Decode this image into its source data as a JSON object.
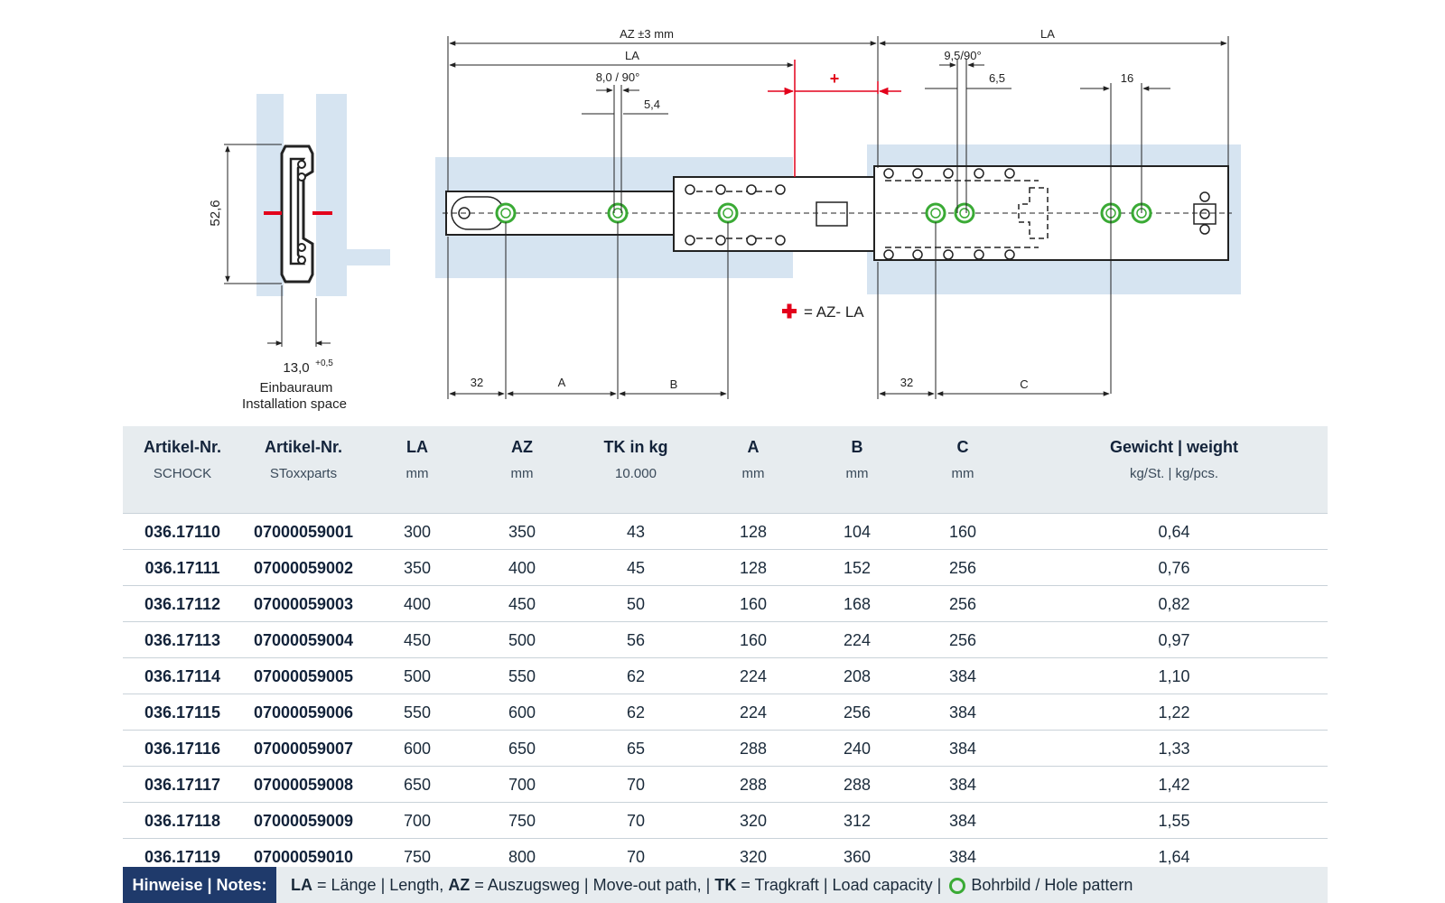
{
  "drawing": {
    "labels": {
      "az_pm": "AZ ±3 mm",
      "la_top_right": "LA",
      "la_top_left": "LA",
      "angle_left": "8,0 / 90°",
      "dim_54": "5,4",
      "angle_right": "9,5/90°",
      "dim_65": "6,5",
      "dim_16": "16",
      "plus": "+",
      "plus_legend": "= AZ- LA",
      "height_526": "52,6",
      "width_13": "13,0",
      "width_tol": "+0,5",
      "install_de": "Einbauraum",
      "install_en": "Installation space",
      "dim_32_left": "32",
      "dim_A": "A",
      "dim_B": "B",
      "dim_32_right": "32",
      "dim_C": "C"
    },
    "colors": {
      "red": "#e3001b",
      "blue_bg": "#d6e4f1",
      "green": "#3aaa35",
      "line": "#222222"
    }
  },
  "table": {
    "headers": [
      {
        "title": "Artikel-Nr.",
        "sub": "SCHOCK"
      },
      {
        "title": "Artikel-Nr.",
        "sub": "SToxxparts"
      },
      {
        "title": "LA",
        "sub": "mm"
      },
      {
        "title": "AZ",
        "sub": "mm"
      },
      {
        "title": "TK in kg",
        "sub": "10.000"
      },
      {
        "title": "A",
        "sub": "mm"
      },
      {
        "title": "B",
        "sub": "mm"
      },
      {
        "title": "C",
        "sub": "mm"
      },
      {
        "title": "Gewicht | weight",
        "sub": "kg/St. | kg/pcs."
      }
    ],
    "rows": [
      [
        "036.17110",
        "07000059001",
        "300",
        "350",
        "43",
        "128",
        "104",
        "160",
        "0,64"
      ],
      [
        "036.17111",
        "07000059002",
        "350",
        "400",
        "45",
        "128",
        "152",
        "256",
        "0,76"
      ],
      [
        "036.17112",
        "07000059003",
        "400",
        "450",
        "50",
        "160",
        "168",
        "256",
        "0,82"
      ],
      [
        "036.17113",
        "07000059004",
        "450",
        "500",
        "56",
        "160",
        "224",
        "256",
        "0,97"
      ],
      [
        "036.17114",
        "07000059005",
        "500",
        "550",
        "62",
        "224",
        "208",
        "384",
        "1,10"
      ],
      [
        "036.17115",
        "07000059006",
        "550",
        "600",
        "62",
        "224",
        "256",
        "384",
        "1,22"
      ],
      [
        "036.17116",
        "07000059007",
        "600",
        "650",
        "65",
        "288",
        "240",
        "384",
        "1,33"
      ],
      [
        "036.17117",
        "07000059008",
        "650",
        "700",
        "70",
        "288",
        "288",
        "384",
        "1,42"
      ],
      [
        "036.17118",
        "07000059009",
        "700",
        "750",
        "70",
        "320",
        "312",
        "384",
        "1,55"
      ],
      [
        "036.17119",
        "07000059010",
        "750",
        "800",
        "70",
        "320",
        "360",
        "384",
        "1,64"
      ]
    ]
  },
  "notes": {
    "title": "Hinweise | Notes:",
    "la_key": "LA",
    "la_text": " = Länge | Length, ",
    "az_key": "AZ",
    "az_text": " = Auszugsweg | Move-out path, | ",
    "tk_key": "TK",
    "tk_text": " = Tragkraft | Load capacity | ",
    "hole_text": "Bohrbild / Hole pattern"
  }
}
